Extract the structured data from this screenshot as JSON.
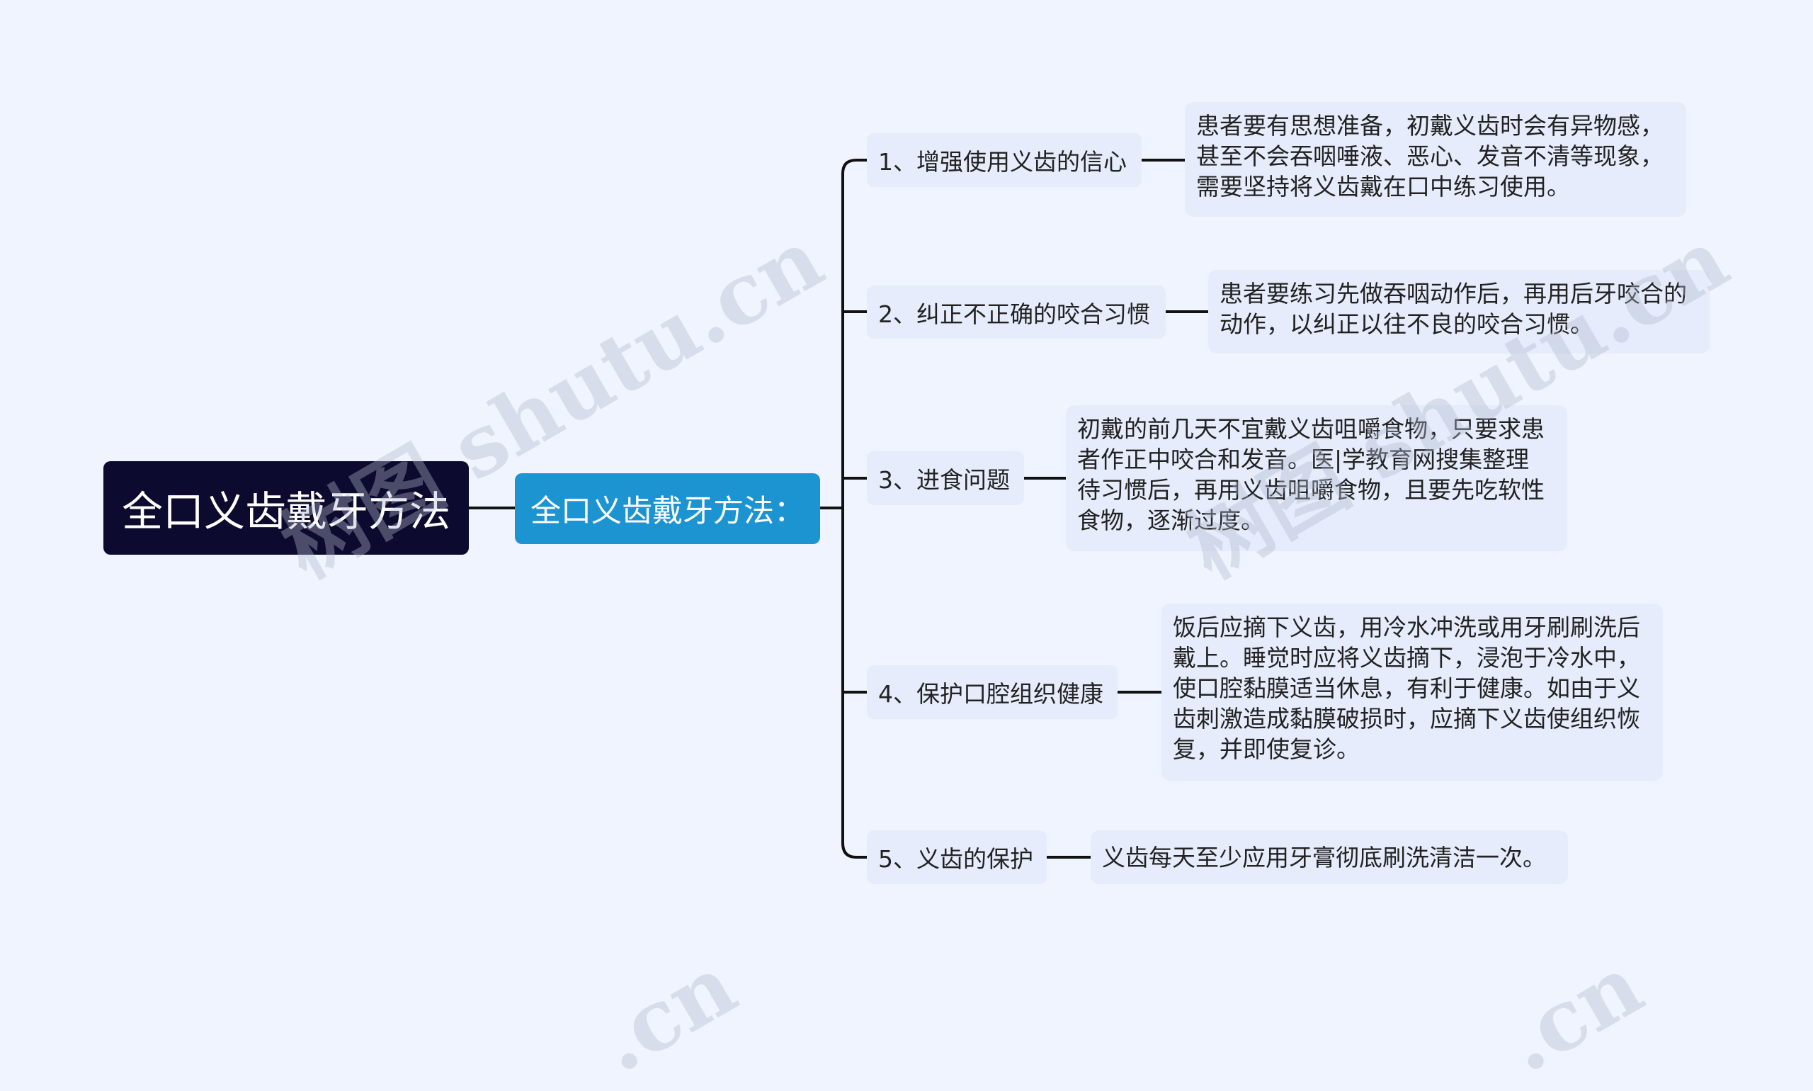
{
  "root": {
    "label": "全口义齿戴牙方法"
  },
  "middle": {
    "label": "全口义齿戴牙方法："
  },
  "branches": [
    {
      "label": "1、增强使用义齿的信心",
      "detail": [
        "患者要有思想准备，初戴义齿时会有异物感，",
        "甚至不会吞咽唾液、恶心、发音不清等现象，",
        "需要坚持将义齿戴在口中练习使用。"
      ]
    },
    {
      "label": "2、纠正不正确的咬合习惯",
      "detail": [
        "患者要练习先做吞咽动作后，再用后牙咬合的",
        "动作，以纠正以往不良的咬合习惯。"
      ]
    },
    {
      "label": "3、进食问题",
      "detail": [
        "初戴的前几天不宜戴义齿咀嚼食物，只要求患",
        "者作正中咬合和发音。医|学教育网搜集整理",
        "待习惯后，再用义齿咀嚼食物，且要先吃软性",
        "食物，逐渐过度。"
      ]
    },
    {
      "label": "4、保护口腔组织健康",
      "detail": [
        "饭后应摘下义齿，用冷水冲洗或用牙刷刷洗后",
        "戴上。睡觉时应将义齿摘下，浸泡于冷水中，",
        "使口腔黏膜适当休息，有利于健康。如由于义",
        "齿刺激造成黏膜破损时，应摘下义齿使组织恢",
        "复，并即使复诊。"
      ]
    },
    {
      "label": "5、义齿的保护",
      "detail": [
        "义齿每天至少应用牙膏彻底刷洗清洁一次。"
      ]
    }
  ],
  "watermarks": [
    "树图 shutu.cn",
    "树图 shutu.cn",
    ".cn",
    ".cn"
  ],
  "colors": {
    "background": "#f0f4fe",
    "root": "#0c0a2e",
    "middle": "#1d94d2",
    "node": "#e6ecfb",
    "connector": "#111111"
  }
}
